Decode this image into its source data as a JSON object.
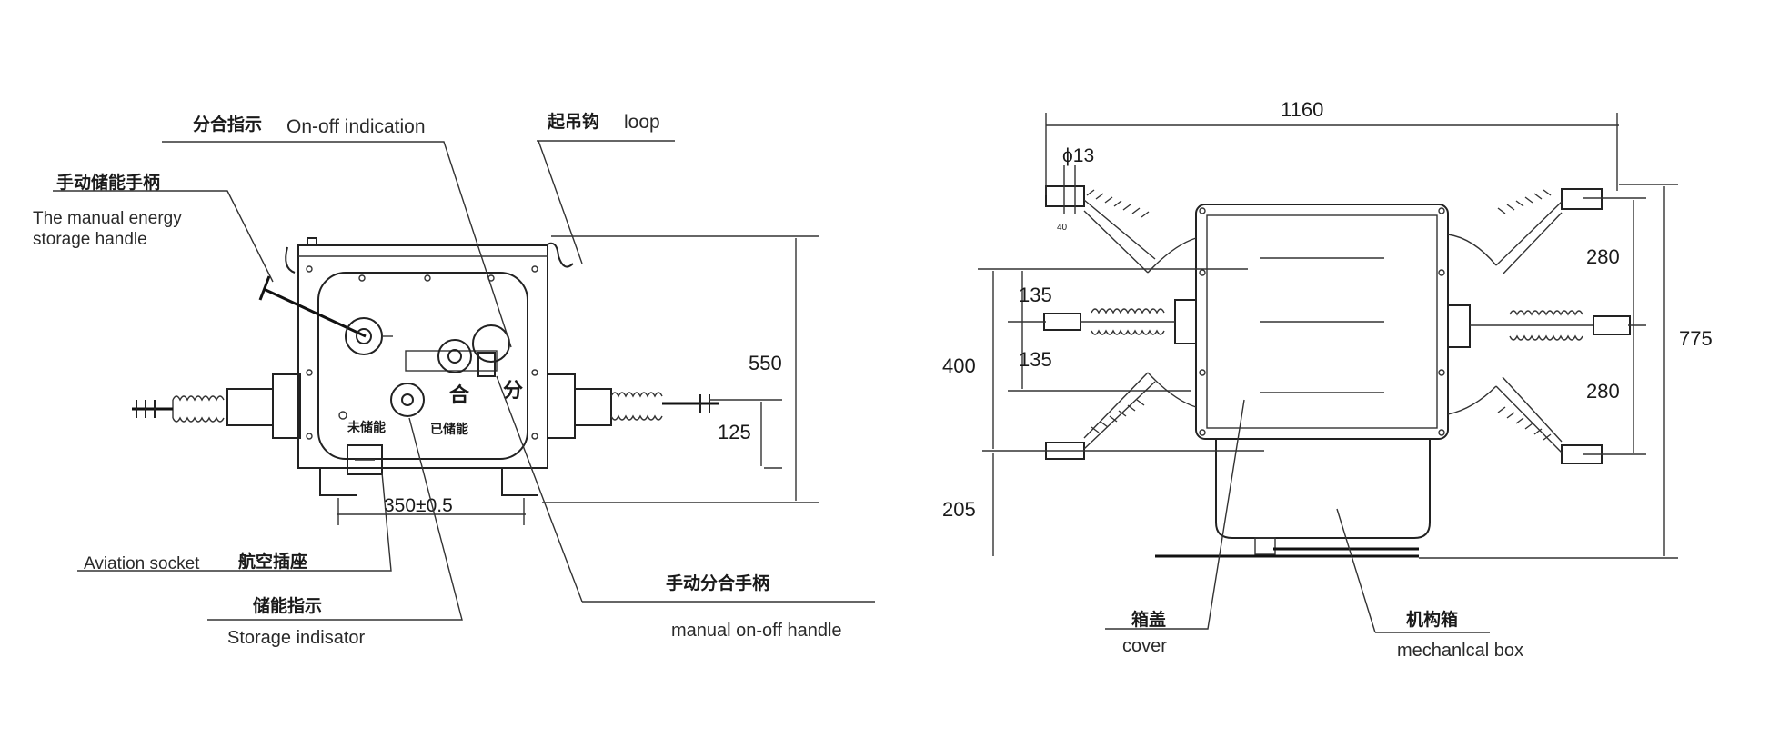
{
  "left_view": {
    "labels": {
      "onoff_cn": "分合指示",
      "onoff_en": "On-off indication",
      "loop_cn": "起吊钩",
      "loop_en": "loop",
      "handle_cn": "手动储能手柄",
      "handle_en1": "The manual energy",
      "handle_en2": "storage handle",
      "aviation_en": "Aviation socket",
      "aviation_cn": "航空插座",
      "storage_cn": "储能指示",
      "storage_en": "Storage indisator",
      "manual_cn": "手动分合手柄",
      "manual_en": "manual on-off handle"
    },
    "panel_text": {
      "he": "合",
      "fen": "分",
      "uncharged": "未储能",
      "charged": "已储能"
    },
    "dimensions": {
      "height": "550",
      "offset": "125",
      "width": "350±0.5"
    }
  },
  "right_view": {
    "labels": {
      "hole": "ϕ13",
      "hole_small": "40",
      "cover_cn": "箱盖",
      "cover_en": "cover",
      "box_cn": "机构箱",
      "box_en": "mechanlcal box"
    },
    "dimensions": {
      "width": "1160",
      "pitch_top": "280",
      "pitch_bottom": "280",
      "total_height": "775",
      "left_upper": "135",
      "left_lower": "135",
      "left_span": "400",
      "base": "205"
    }
  }
}
